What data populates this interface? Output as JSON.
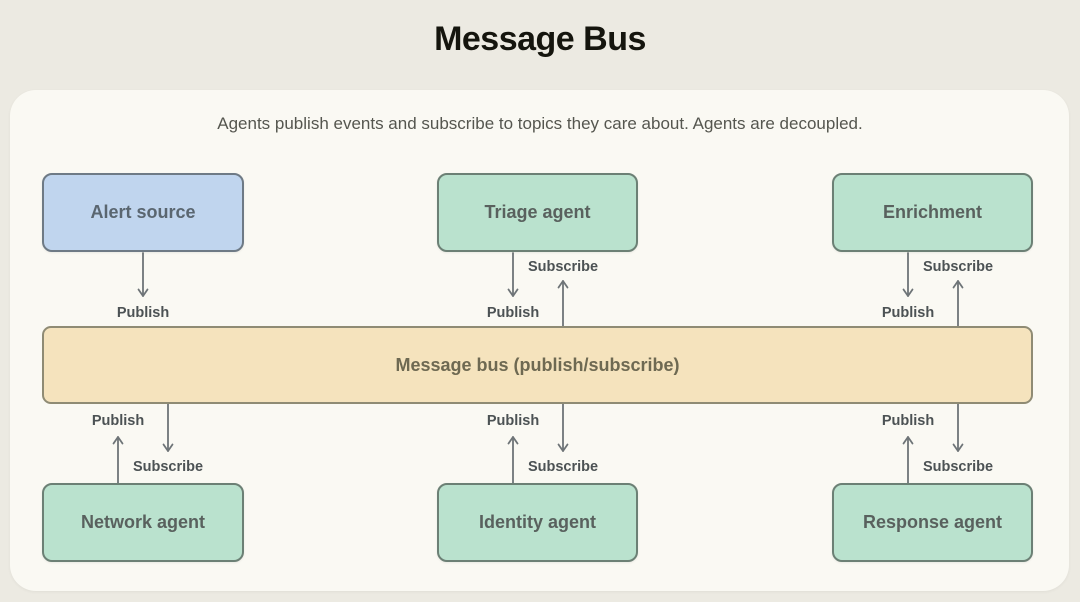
{
  "page": {
    "title": "Message Bus",
    "subtitle": "Agents publish events and subscribe to topics they care about. Agents are decoupled."
  },
  "bus": {
    "label": "Message bus (publish/subscribe)"
  },
  "nodes": {
    "alert_source": {
      "label": "Alert source",
      "fill": "#C0D5EE"
    },
    "triage_agent": {
      "label": "Triage agent",
      "fill": "#BAE2CE"
    },
    "enrichment": {
      "label": "Enrichment",
      "fill": "#BAE2CE"
    },
    "network_agent": {
      "label": "Network agent",
      "fill": "#BAE2CE"
    },
    "identity_agent": {
      "label": "Identity agent",
      "fill": "#BAE2CE"
    },
    "response_agent": {
      "label": "Response agent",
      "fill": "#BAE2CE"
    }
  },
  "edges": [
    {
      "from": "alert_source",
      "to": "bus",
      "label": "Publish"
    },
    {
      "from": "triage_agent",
      "to": "bus",
      "label": "Publish"
    },
    {
      "from": "bus",
      "to": "triage_agent",
      "label": "Subscribe"
    },
    {
      "from": "enrichment",
      "to": "bus",
      "label": "Publish"
    },
    {
      "from": "bus",
      "to": "enrichment",
      "label": "Subscribe"
    },
    {
      "from": "network_agent",
      "to": "bus",
      "label": "Publish"
    },
    {
      "from": "bus",
      "to": "network_agent",
      "label": "Subscribe"
    },
    {
      "from": "identity_agent",
      "to": "bus",
      "label": "Publish"
    },
    {
      "from": "bus",
      "to": "identity_agent",
      "label": "Subscribe"
    },
    {
      "from": "response_agent",
      "to": "bus",
      "label": "Publish"
    },
    {
      "from": "bus",
      "to": "response_agent",
      "label": "Subscribe"
    }
  ],
  "colors": {
    "background": "#ECEAE2",
    "panel": "#FAF9F3",
    "node_blue": "#C0D5EE",
    "node_green": "#BAE2CE",
    "bus_fill": "#F5E3BD",
    "arrow": "#6E7477"
  }
}
